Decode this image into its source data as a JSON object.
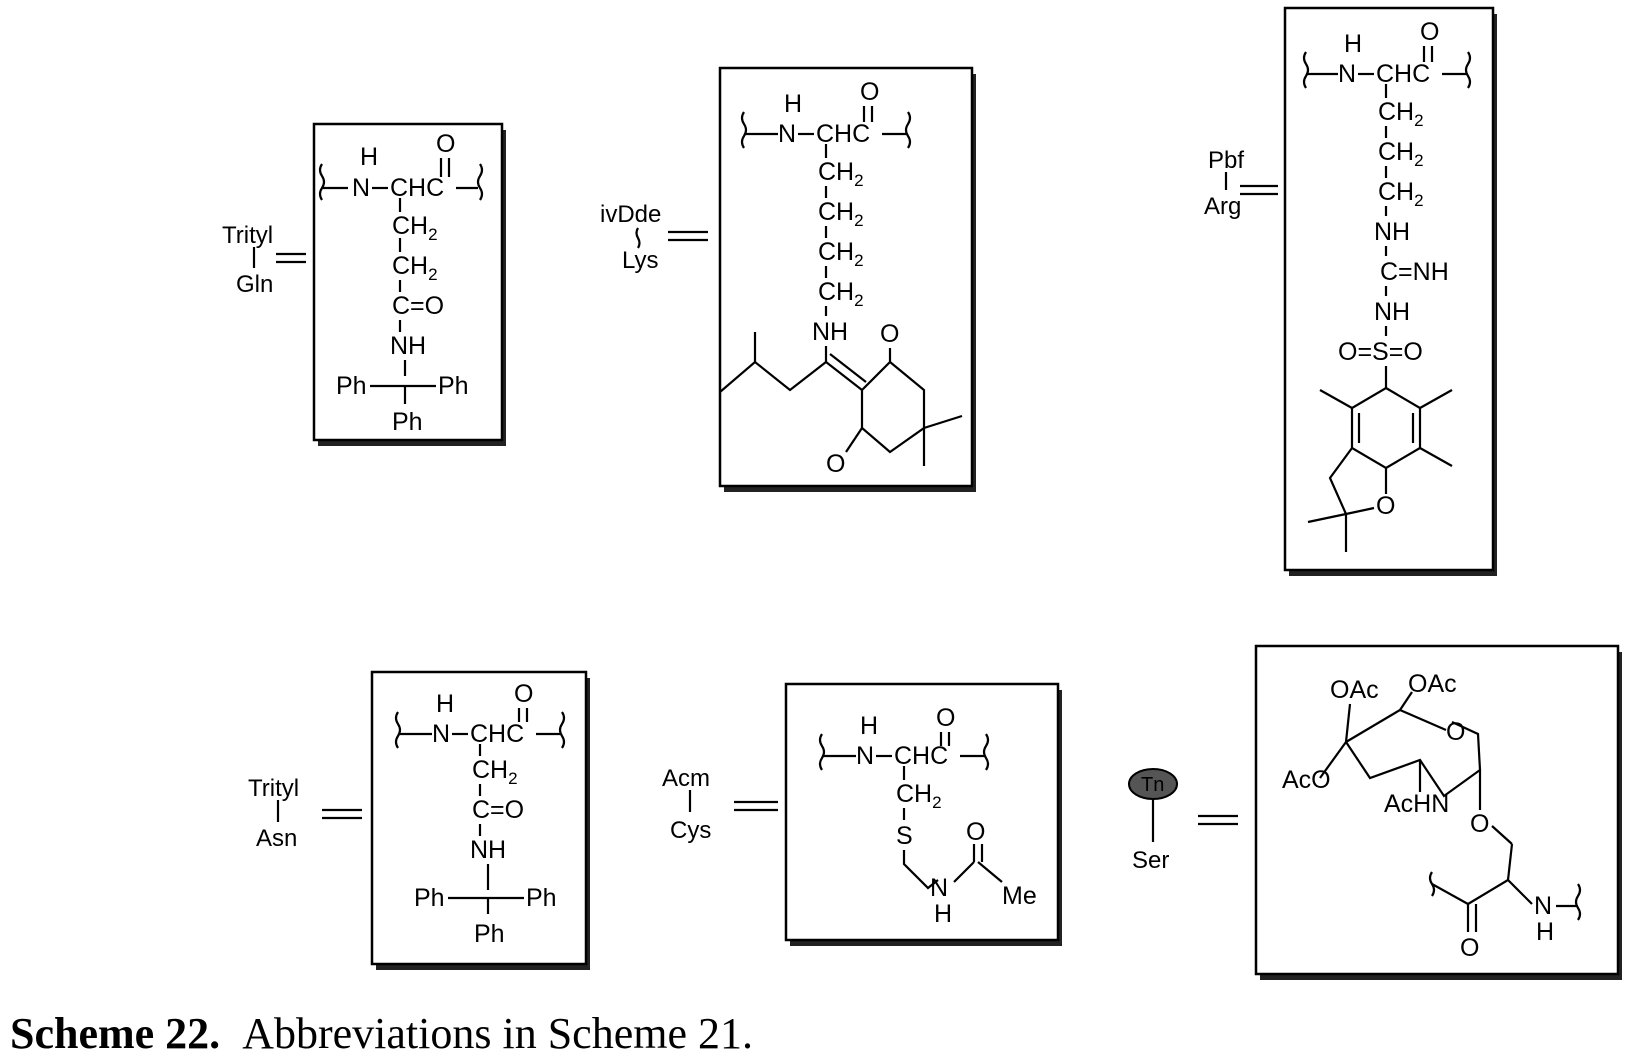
{
  "caption": {
    "number": "Scheme 22.",
    "text": "Abbreviations in Scheme 21."
  },
  "common": {
    "N": "N",
    "H": "H",
    "CHC": "CHC",
    "O": "O",
    "CH2": "CH",
    "sub2": "2",
    "CO": "C=O",
    "NH": "NH",
    "Ph": "Ph",
    "S": "S"
  },
  "gln": {
    "protect": "Trityl",
    "residue": "Gln"
  },
  "lys": {
    "protect": "ivDde",
    "residue": "Lys"
  },
  "arg": {
    "protect": "Pbf",
    "residue": "Arg",
    "amidine": "C=NH",
    "sulfonyl": "O=S=O"
  },
  "asn": {
    "protect": "Trityl",
    "residue": "Asn"
  },
  "cys": {
    "protect": "Acm",
    "residue": "Cys",
    "me": "Me"
  },
  "ser": {
    "protect": "Tn",
    "residue": "Ser",
    "oac1": "OAc",
    "oac2": "OAc",
    "aco": "AcO",
    "achn": "AcHN"
  }
}
